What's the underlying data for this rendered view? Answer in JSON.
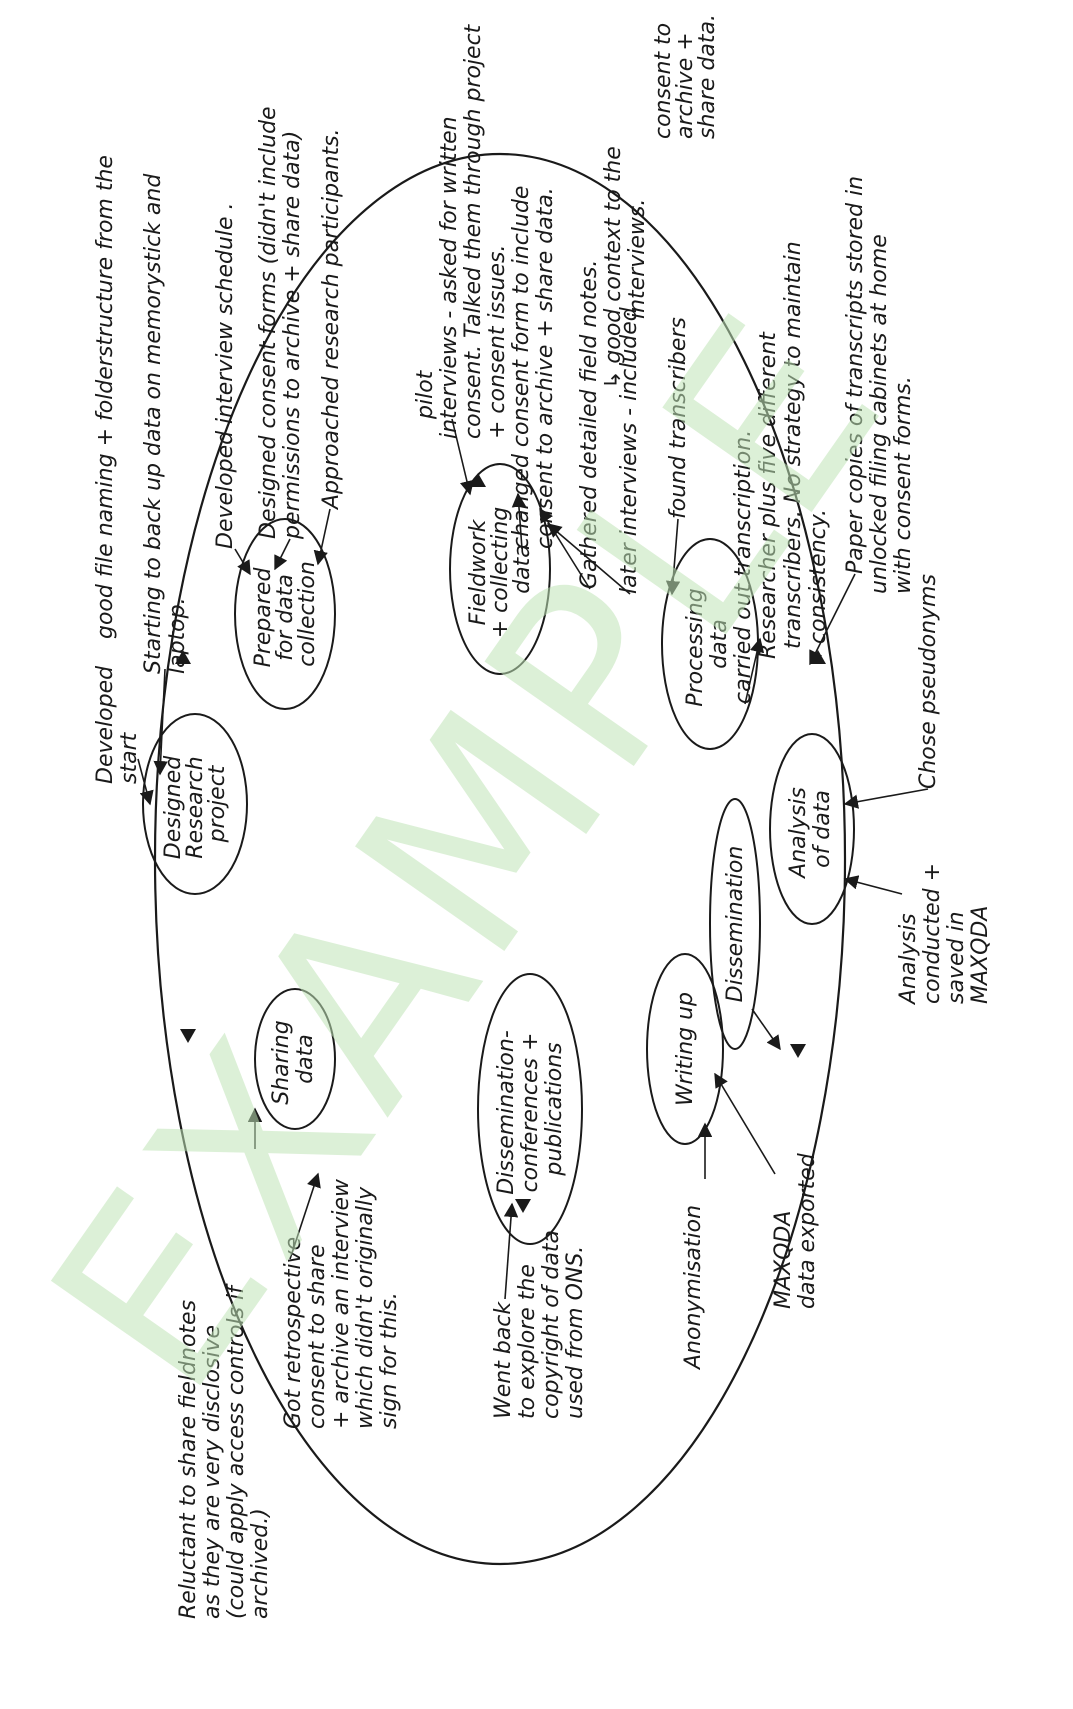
{
  "stages": [
    {
      "id": "designed",
      "lines": [
        "Designed",
        "Research",
        "project"
      ]
    },
    {
      "id": "prepared",
      "lines": [
        "Prepared",
        "for data",
        "collection"
      ]
    },
    {
      "id": "fieldwork",
      "lines": [
        "Fieldwork",
        "+ collecting",
        "data"
      ]
    },
    {
      "id": "processing",
      "lines": [
        "Processing",
        "data"
      ]
    },
    {
      "id": "analysis",
      "lines": [
        "Analysis",
        "of data"
      ]
    },
    {
      "id": "dissemination_small",
      "lines": [
        "Dissemination"
      ]
    },
    {
      "id": "writing",
      "lines": [
        "Writing up"
      ]
    },
    {
      "id": "dissemination",
      "lines": [
        "Dissemination-",
        "conferences +",
        "publications"
      ]
    },
    {
      "id": "sharing",
      "lines": [
        "Sharing",
        "data"
      ]
    }
  ],
  "notes": [
    {
      "id": "developed_start",
      "lines": [
        "Developed",
        "start"
      ]
    },
    {
      "id": "file_naming",
      "lines": [
        "good file naming + folderstructure from the"
      ]
    },
    {
      "id": "backup",
      "lines": [
        "Starting to back up data on memorystick and",
        "laptop."
      ]
    },
    {
      "id": "schedule",
      "lines": [
        "Developed interview schedule ."
      ]
    },
    {
      "id": "consent_forms",
      "lines": [
        "Designed consent forms (didn't include",
        "permissions to archive + share data)"
      ]
    },
    {
      "id": "approached",
      "lines": [
        "Approached research participants."
      ]
    },
    {
      "id": "pilot",
      "lines": [
        "pilot",
        "interviews - asked for written",
        "consent. Talked them through project",
        "+ consent issues."
      ]
    },
    {
      "id": "changed_consent",
      "lines": [
        "changed consent form to include",
        "consent to archive + share data."
      ]
    },
    {
      "id": "field_notes",
      "lines": [
        "Gathered detailed field notes.",
        "↳ good context to the",
        "interviews."
      ]
    },
    {
      "id": "later_interviews",
      "lines": [
        "later interviews - included",
        "consent to",
        "archive +",
        "share data."
      ]
    },
    {
      "id": "transcribers",
      "lines": [
        "found transcribers"
      ]
    },
    {
      "id": "transcription",
      "lines": [
        "carried out transcription.",
        "Researcher plus five different",
        "transcribers. No strategy to maintain",
        "consistency."
      ]
    },
    {
      "id": "paper_copies",
      "lines": [
        "Paper copies of transcripts stored in",
        "unlocked filing cabinets at home",
        "with consent forms."
      ]
    },
    {
      "id": "pseudonyms",
      "lines": [
        "Chose pseudonyms"
      ]
    },
    {
      "id": "maxqda_saved",
      "lines": [
        "Analysis",
        "conducted +",
        "saved in",
        "MAXQDA"
      ]
    },
    {
      "id": "maxqda_exported",
      "lines": [
        "MAXQDA",
        "data exported"
      ]
    },
    {
      "id": "anonymisation",
      "lines": [
        "Anonymisation"
      ]
    },
    {
      "id": "copyright",
      "lines": [
        "Went back",
        "to explore the",
        "copyright of data",
        "used from ONS."
      ]
    },
    {
      "id": "retrospective",
      "lines": [
        "Got retrospective",
        "consent to share",
        "+ archive an interview",
        "which didn't originally",
        "sign for this."
      ]
    },
    {
      "id": "reluctant",
      "lines": [
        "Reluctant to share fieldnotes",
        "as they are very disclosive",
        "(could apply access controls if",
        "archived.)"
      ]
    }
  ],
  "watermark": "EXAMPLE"
}
